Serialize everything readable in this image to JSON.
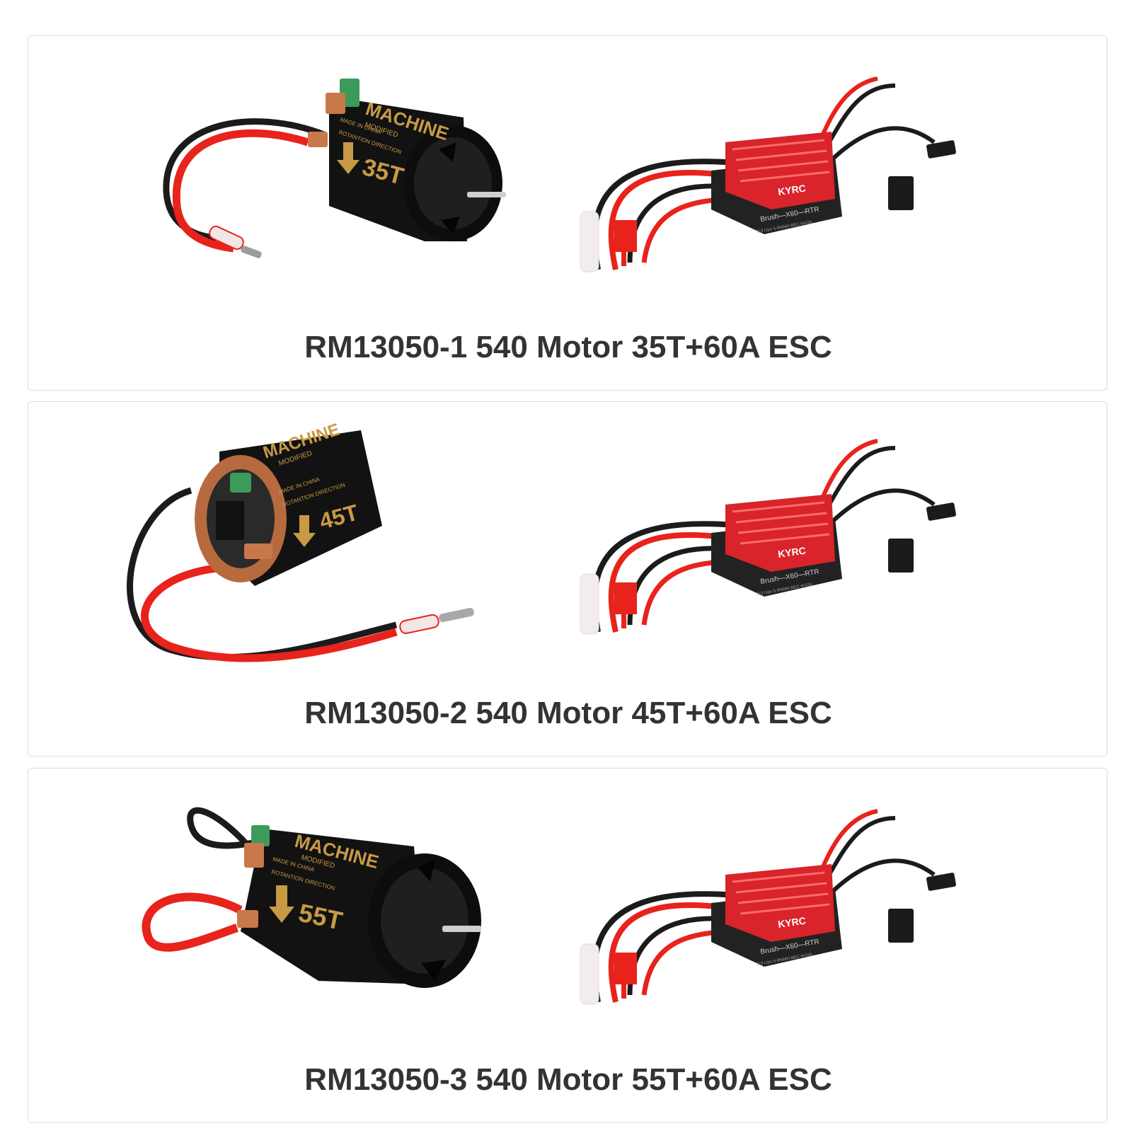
{
  "colors": {
    "wire_red": "#e8231b",
    "wire_black": "#1b1b1b",
    "motor_body": "#121212",
    "gold_text": "#c89a45",
    "esc_red": "#d8242a",
    "copper": "#c9784a"
  },
  "products": [
    {
      "caption": "RM13050-1 540 Motor 35T+60A ESC",
      "motor_label": "35T",
      "motor_brand": "MACHINE",
      "motor_sub": "MODIFIED",
      "motor_small1": "MADE IN CHINA",
      "motor_small2": "ROTANTION DIRECTION",
      "esc_brand": "KYRC",
      "esc_model": "Brush—X60—RTR",
      "esc_spec": "2-3 Lipo  5-9NiMH  BEC  6V/2A"
    },
    {
      "caption": "RM13050-2 540 Motor 45T+60A ESC",
      "motor_label": "45T",
      "motor_brand": "MACHINE",
      "motor_sub": "MODIFIED",
      "motor_small1": "MADE IN CHINA",
      "motor_small2": "ROTANTION DIRECTION",
      "esc_brand": "KYRC",
      "esc_model": "Brush—X60—RTR",
      "esc_spec": "2-3 Lipo  5-9NiMH  BEC  6V/2A"
    },
    {
      "caption": "RM13050-3 540 Motor 55T+60A ESC",
      "motor_label": "55T",
      "motor_brand": "MACHINE",
      "motor_sub": "MODIFIED",
      "motor_small1": "MADE IN CHINA",
      "motor_small2": "ROTANTION DIRECTION",
      "esc_brand": "KYRC",
      "esc_model": "Brush—X60—RTR",
      "esc_spec": "2-3 Lipo  5-9NiMH  BEC  6V/2A"
    }
  ]
}
